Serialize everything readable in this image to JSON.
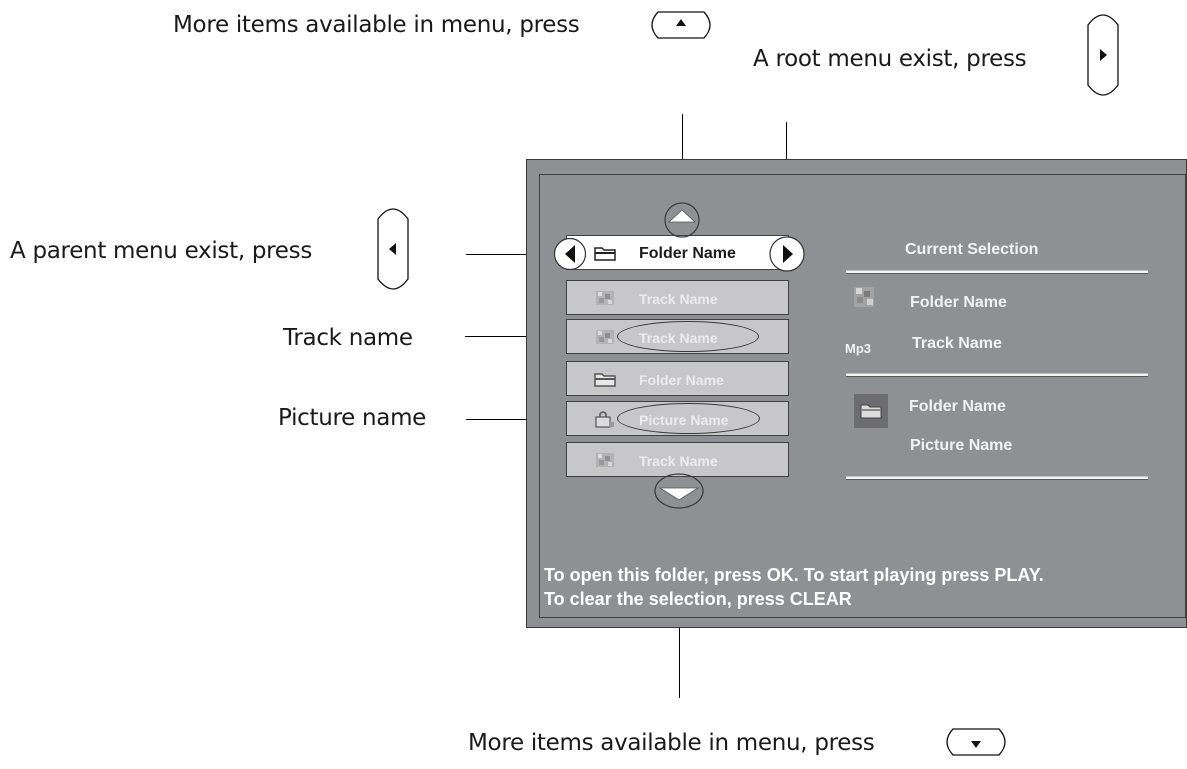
{
  "callouts": {
    "top_more": "More items available in menu, press",
    "root_menu": "A root menu exist, press",
    "parent_menu": "A parent menu exist, press",
    "track_name": "Track name",
    "picture_name": "Picture name",
    "bottom_more": "More items available in menu, press"
  },
  "menu": {
    "items": [
      {
        "label": "Folder Name",
        "icon": "folder-icon",
        "selected": true
      },
      {
        "label": "Track Name",
        "icon": "track-icon"
      },
      {
        "label": "Track Name",
        "icon": "track-icon"
      },
      {
        "label": "Folder Name",
        "icon": "folder-icon"
      },
      {
        "label": "Picture Name",
        "icon": "picture-icon"
      },
      {
        "label": "Track Name",
        "icon": "track-icon"
      }
    ]
  },
  "panel": {
    "heading": "Current Selection",
    "folder_name_1": "Folder Name",
    "mp3_badge": "Mp3",
    "track_name": "Track Name",
    "folder_name_2": "Folder Name",
    "picture_name": "Picture Name"
  },
  "footer": {
    "line1": "To open this folder, press OK. To start playing press PLAY.",
    "line2": "To clear the selection, press CLEAR"
  },
  "colors": {
    "screen_bg": "#8f9094",
    "row_bg": "#c7c7c9",
    "selected_row_bg": "#ffffff",
    "text_light": "#f2f2f2"
  }
}
